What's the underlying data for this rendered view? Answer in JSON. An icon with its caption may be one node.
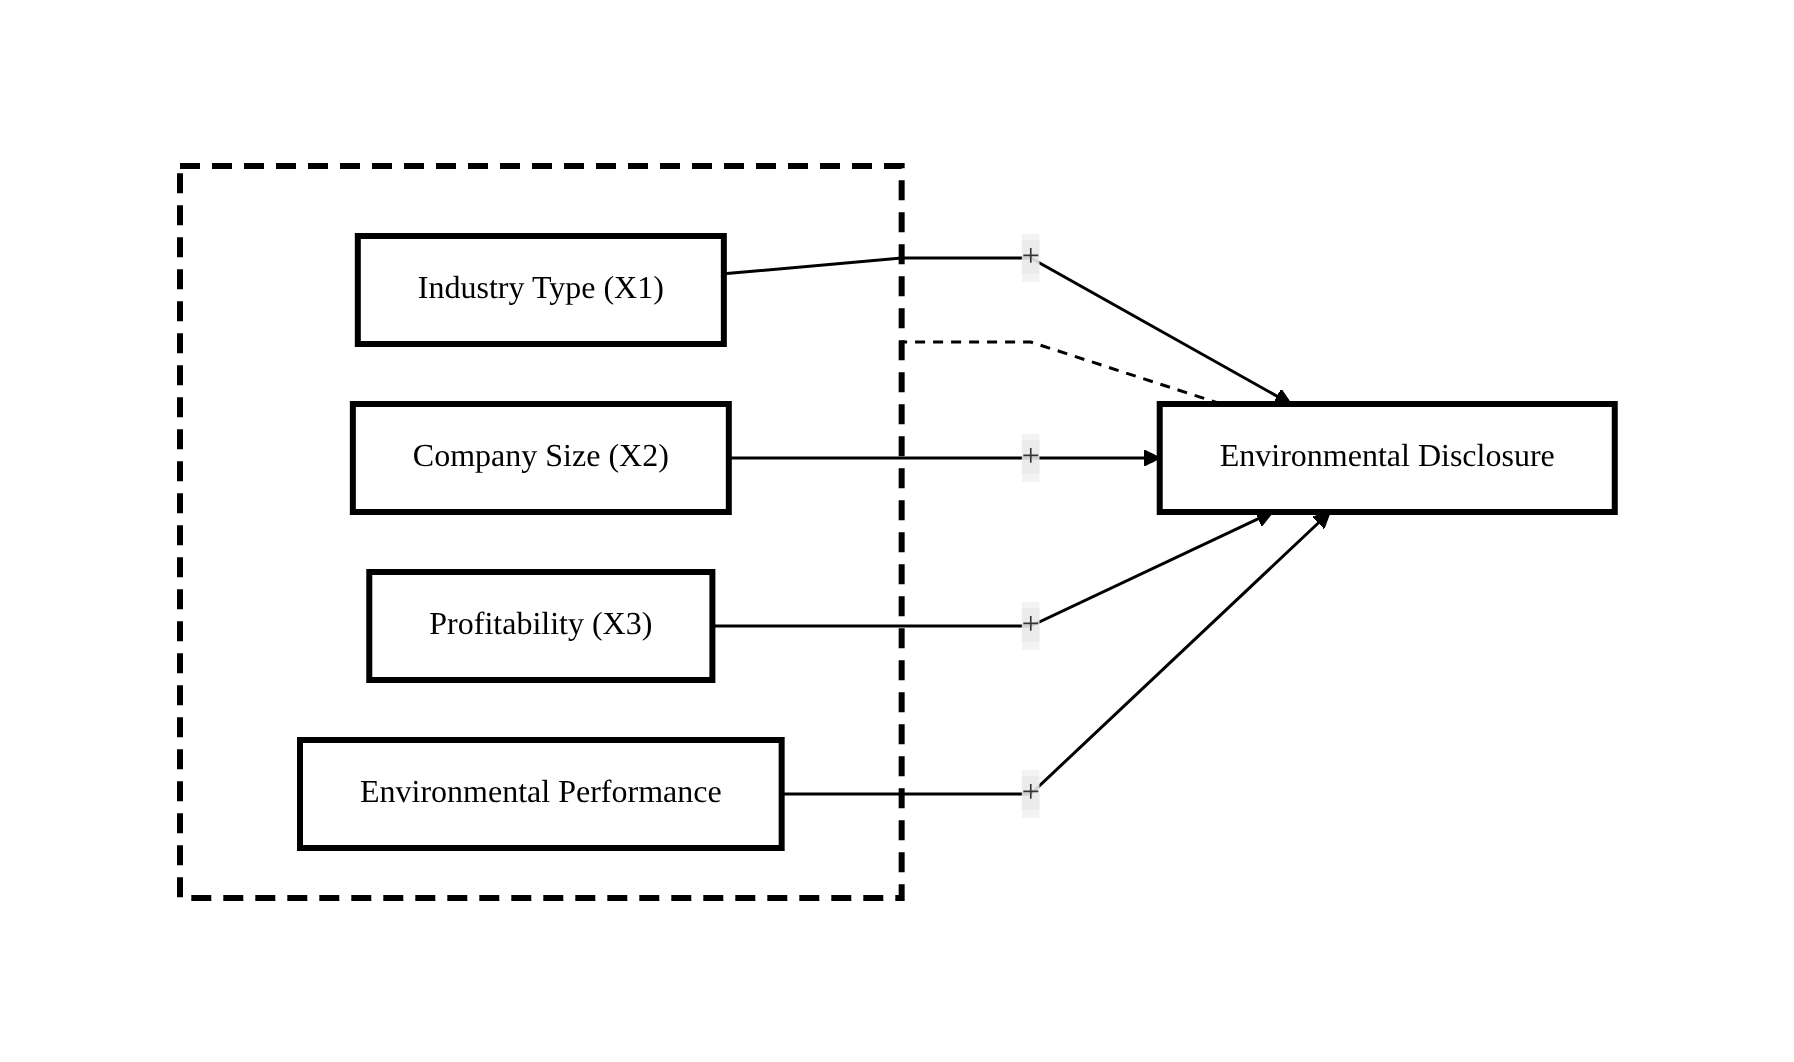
{
  "diagram": {
    "nodes": [
      {
        "text": [],
        "shape": "box"
      },
      {
        "text": [
          "Industry Type (X1)"
        ],
        "in": 0
      },
      {
        "text": [
          "Company Size (X2)"
        ],
        "in": 0
      },
      {
        "text": [
          "Profitability (X3)"
        ],
        "in": 0
      },
      {
        "text": [
          "Environmental Performance"
        ],
        "in": 0
      },
      {
        "text": [
          "Environmental Disclosure"
        ]
      }
    ],
    "edges": [
      {
        "from": 1,
        "to": 5,
        "arrow": "to",
        "label": "+"
      },
      {
        "from": 2,
        "to": 5,
        "arrow": "to",
        "label": "+"
      },
      {
        "from": 3,
        "to": 5,
        "arrow": "to",
        "label": "+"
      },
      {
        "from": 4,
        "to": 5,
        "arrow": "to",
        "label": "+"
      },
      {
        "from": 5,
        "to": 0,
        "arrow": "none",
        "style": "dashed"
      }
    ]
  }
}
